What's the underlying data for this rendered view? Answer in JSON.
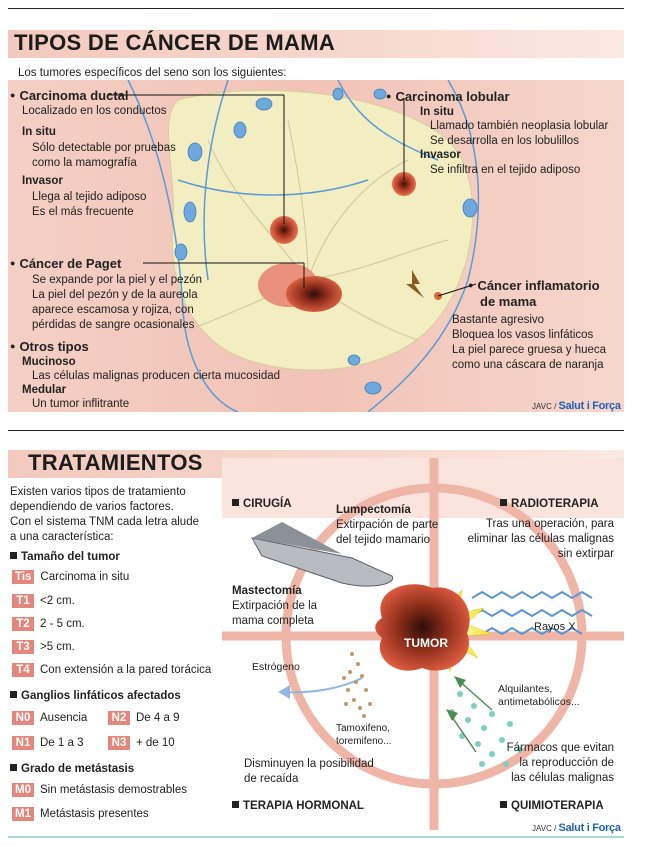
{
  "section1": {
    "title": "TIPOS DE CÁNCER DE MAMA",
    "intro": "Los tumores específicos del seno son los siguientes:",
    "carcinoma_ductal": {
      "heading": "Carcinoma ductal",
      "line1": "Localizado en los conductos",
      "insitu_heading": "In situ",
      "insitu_1": "Sólo detectable por pruebas",
      "insitu_2": "como la mamografía",
      "invasor_heading": "Invasor",
      "invasor_1": "Llega al tejido adiposo",
      "invasor_2": "Es el más frecuente"
    },
    "carcinoma_lobular": {
      "heading": "Carcinoma lobular",
      "insitu_heading": "In situ",
      "insitu_1": "Llamado también neoplasia lobular",
      "insitu_2": "Se desarrolla en los lobulillos",
      "invasor_heading": "Invasor",
      "invasor_1": "Se infiltra en el tejido adiposo"
    },
    "paget": {
      "heading": "Cáncer de Paget",
      "l1": "Se expande por la piel y el pezón",
      "l2": "La piel del pezón y de la aureola",
      "l3": "aparece escamosa y rojiza, con",
      "l4": "pérdidas de sangre ocasionales"
    },
    "otros": {
      "heading": "Otros tipos",
      "mucinoso_heading": "Mucinoso",
      "mucinoso_1": "Las células malignas producen cierta mucosidad",
      "medular_heading": "Medular",
      "medular_1": "Un tumor inflitrante"
    },
    "inflamatorio": {
      "heading1": "Cáncer inflamatorio",
      "heading2": "de mama",
      "l1": "Bastante agresivo",
      "l2": "Bloquea los vasos linfáticos",
      "l3": "La piel parece gruesa y hueca",
      "l4": "como una cáscara de naranja"
    },
    "credit_small": "JAVC /",
    "credit_brand": "Salut i Força"
  },
  "section2": {
    "title": "TRATAMIENTOS",
    "intro1": "Existen varios tipos de tratamiento",
    "intro2": "dependiendo de varios factores.",
    "intro3": "Con el sistema TNM cada letra alude",
    "intro4": "a una característica:",
    "tamano_heading": "Tamaño del tumor",
    "tamano_items": [
      {
        "code": "Tis",
        "text": "Carcinoma in situ"
      },
      {
        "code": "T1",
        "text": "<2 cm."
      },
      {
        "code": "T2",
        "text": "2 - 5 cm."
      },
      {
        "code": "T3",
        "text": ">5 cm."
      },
      {
        "code": "T4",
        "text": "Con extensión a la pared torácica"
      }
    ],
    "ganglios_heading": "Ganglios linfáticos afectados",
    "ganglios_items": [
      {
        "code": "N0",
        "text": "Ausencia"
      },
      {
        "code": "N2",
        "text": "De 4 a 9"
      },
      {
        "code": "N1",
        "text": "De 1 a 3"
      },
      {
        "code": "N3",
        "text": "+ de 10"
      }
    ],
    "metastasis_heading": "Grado de metástasis",
    "metastasis_items": [
      {
        "code": "M0",
        "text": "Sin metástasis demostrables"
      },
      {
        "code": "M1",
        "text": "Metástasis presentes"
      }
    ],
    "cirugia": "CIRUGÍA",
    "radioterapia": "RADIOTERAPIA",
    "terapia_hormonal": "TERAPIA HORMONAL",
    "quimioterapia": "QUIMIOTERAPIA",
    "lumpectomia_heading": "Lumpectomía",
    "lumpectomia_1": "Extirpación de parte",
    "lumpectomia_2": "del tejido mamario",
    "mastectomia_heading": "Mastectomía",
    "mastectomia_1": "Extirpación de la",
    "mastectomia_2": "mama completa",
    "radio_1": "Tras una operación, para",
    "radio_2": "eliminar las células malignas",
    "radio_3": "sin extirpar",
    "tumor": "TUMOR",
    "rayos_x": "Rayos X",
    "estrogeno": "Estrógeno",
    "tamoxifeno_1": "Tamoxifeno,",
    "tamoxifeno_2": "toremifeno...",
    "hormonal_1": "Disminuyen la posibilidad",
    "hormonal_2": "de recaída",
    "alquilantes_1": "Alquilantes,",
    "alquilantes_2": "antimetabólicos...",
    "farmacos_1": "Fármacos que evitan",
    "farmacos_2": "la reproducción de",
    "farmacos_3": "las células malignas",
    "credit_small": "JAVC /",
    "credit_brand": "Salut i Força"
  },
  "colors": {
    "badge": "#e4867c",
    "skin": "#f2c9bd",
    "tissue": "#f3edc2",
    "lymph": "#5b9bd3",
    "tumor": "#c7472f"
  }
}
